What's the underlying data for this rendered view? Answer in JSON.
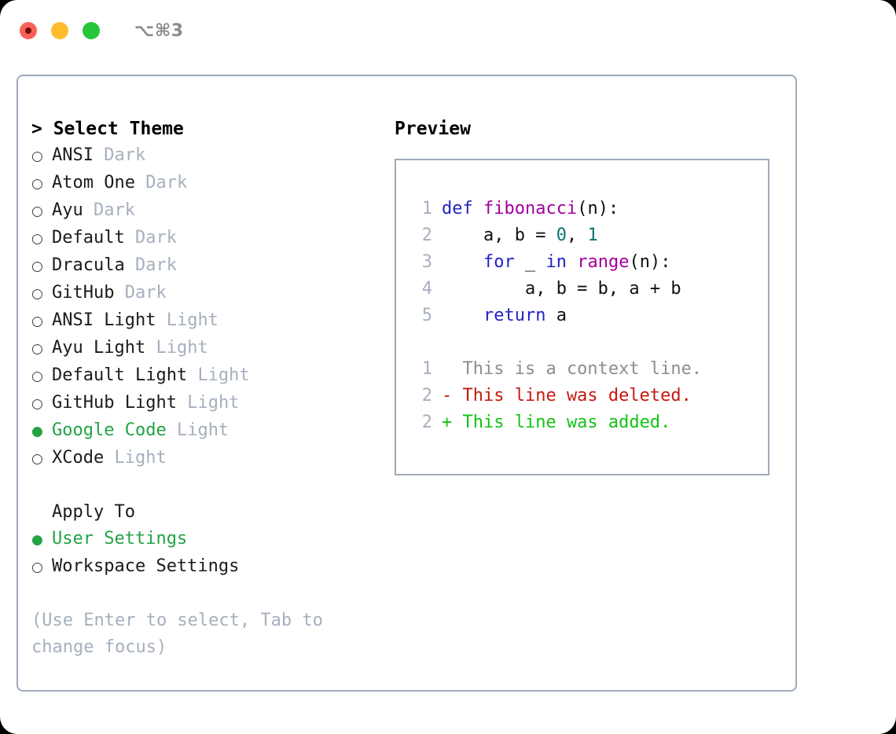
{
  "titlebar": {
    "shortcut": "⌥⌘3",
    "lights": [
      "close",
      "minimize",
      "maximize"
    ]
  },
  "themes": {
    "prompt": "> Select Theme",
    "items": [
      {
        "bullet": "○",
        "name": "ANSI",
        "tag": "Dark",
        "selected": false
      },
      {
        "bullet": "○",
        "name": "Atom One",
        "tag": "Dark",
        "selected": false
      },
      {
        "bullet": "○",
        "name": "Ayu",
        "tag": "Dark",
        "selected": false
      },
      {
        "bullet": "○",
        "name": "Default",
        "tag": "Dark",
        "selected": false
      },
      {
        "bullet": "○",
        "name": "Dracula",
        "tag": "Dark",
        "selected": false
      },
      {
        "bullet": "○",
        "name": "GitHub",
        "tag": "Dark",
        "selected": false
      },
      {
        "bullet": "○",
        "name": "ANSI Light",
        "tag": "Light",
        "selected": false
      },
      {
        "bullet": "○",
        "name": "Ayu Light",
        "tag": "Light",
        "selected": false
      },
      {
        "bullet": "○",
        "name": "Default Light",
        "tag": "Light",
        "selected": false
      },
      {
        "bullet": "○",
        "name": "GitHub Light",
        "tag": "Light",
        "selected": false
      },
      {
        "bullet": "●",
        "name": "Google Code",
        "tag": "Light",
        "selected": true
      },
      {
        "bullet": "○",
        "name": "XCode",
        "tag": "Light",
        "selected": false
      }
    ]
  },
  "apply_to": {
    "title": "Apply To",
    "items": [
      {
        "bullet": "●",
        "name": "User Settings",
        "selected": true
      },
      {
        "bullet": "○",
        "name": "Workspace Settings",
        "selected": false
      }
    ]
  },
  "hint": "(Use Enter to select, Tab to change focus)",
  "preview": {
    "title": "Preview",
    "code_lines": [
      {
        "num": "1",
        "tokens": [
          {
            "t": "def ",
            "c": "kw"
          },
          {
            "t": "fibonacci",
            "c": "fn"
          },
          {
            "t": "(n):",
            "c": "pun"
          }
        ]
      },
      {
        "num": "2",
        "tokens": [
          {
            "t": "    a, b = ",
            "c": "ctext"
          },
          {
            "t": "0",
            "c": "num"
          },
          {
            "t": ", ",
            "c": "ctext"
          },
          {
            "t": "1",
            "c": "num"
          }
        ]
      },
      {
        "num": "3",
        "tokens": [
          {
            "t": "    ",
            "c": "ctext"
          },
          {
            "t": "for",
            "c": "kw"
          },
          {
            "t": " _ ",
            "c": "ctext"
          },
          {
            "t": "in",
            "c": "kw"
          },
          {
            "t": " ",
            "c": "ctext"
          },
          {
            "t": "range",
            "c": "fn"
          },
          {
            "t": "(n):",
            "c": "pun"
          }
        ]
      },
      {
        "num": "4",
        "tokens": [
          {
            "t": "        a, b = b, a + b",
            "c": "ctext"
          }
        ]
      },
      {
        "num": "5",
        "tokens": [
          {
            "t": "    ",
            "c": "ctext"
          },
          {
            "t": "return",
            "c": "kw"
          },
          {
            "t": " a",
            "c": "ctext"
          }
        ]
      }
    ],
    "diff_lines": [
      {
        "num": "1",
        "text": "  This is a context line.",
        "kind": "ctx"
      },
      {
        "num": "2",
        "text": "- This line was deleted.",
        "kind": "del"
      },
      {
        "num": "2",
        "text": "+ This line was added.",
        "kind": "add"
      }
    ]
  },
  "colors": {
    "selected_green": "#22a344",
    "muted": "#a5b0be",
    "border": "#9fabbb",
    "keyword": "#2323c4",
    "function": "#a1009c",
    "number": "#0a7570",
    "diff_context": "#8d8d8d",
    "diff_deleted": "#c41a12",
    "diff_added": "#13c313",
    "light_red": "#fa6157",
    "light_yellow": "#fdbc2e",
    "light_green": "#25c63c"
  }
}
